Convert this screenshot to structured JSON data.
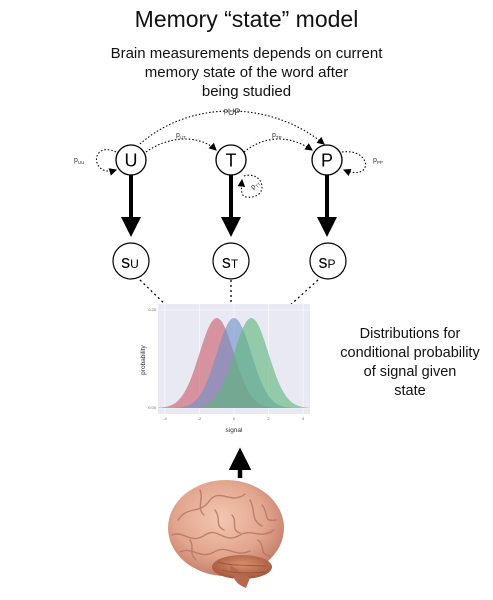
{
  "title": "Memory “state” model",
  "subtitle": [
    "Brain measurements depends on current",
    "memory state of the word after",
    "being studied"
  ],
  "states": [
    {
      "letter": "U",
      "signal_main": "s",
      "signal_sub": "U"
    },
    {
      "letter": "T",
      "signal_main": "s",
      "signal_sub": "T"
    },
    {
      "letter": "P",
      "signal_main": "s",
      "signal_sub": "P"
    }
  ],
  "transitions": {
    "uu": {
      "p": "p",
      "sub": "UU"
    },
    "ut": {
      "p": "p",
      "sub": "UT"
    },
    "up": {
      "p": "p",
      "sub": "UP"
    },
    "tp": {
      "p": "p",
      "sub": "TP"
    },
    "tt": {
      "p": "p",
      "sub": "TT"
    },
    "pp": {
      "p": "p",
      "sub": "PP"
    }
  },
  "side_note": [
    "Distributions for",
    "conditional probability",
    "of signal given",
    "state"
  ],
  "colors": {
    "series_1": "#cd5c6c",
    "series_2": "#6f90c8",
    "series_3": "#5fb77c",
    "plot_bg": "#e8e9f2"
  },
  "icons": {
    "brain": "brain-image"
  },
  "chart_data": {
    "type": "area",
    "xlabel": "signal",
    "ylabel": "probability",
    "xticks": [
      "-4",
      "-2",
      "0",
      "2",
      "4"
    ],
    "yticks": [
      "0.00",
      "0.20"
    ],
    "xlim": [
      -4.4,
      4.4
    ],
    "ylim": [
      0,
      0.2
    ],
    "grid": true,
    "series": [
      {
        "mean": -1,
        "sd": 1,
        "color": "#cd5c6c"
      },
      {
        "mean": 0,
        "sd": 1,
        "color": "#6f90c8"
      },
      {
        "mean": 1,
        "sd": 1,
        "color": "#5fb77c"
      }
    ]
  }
}
